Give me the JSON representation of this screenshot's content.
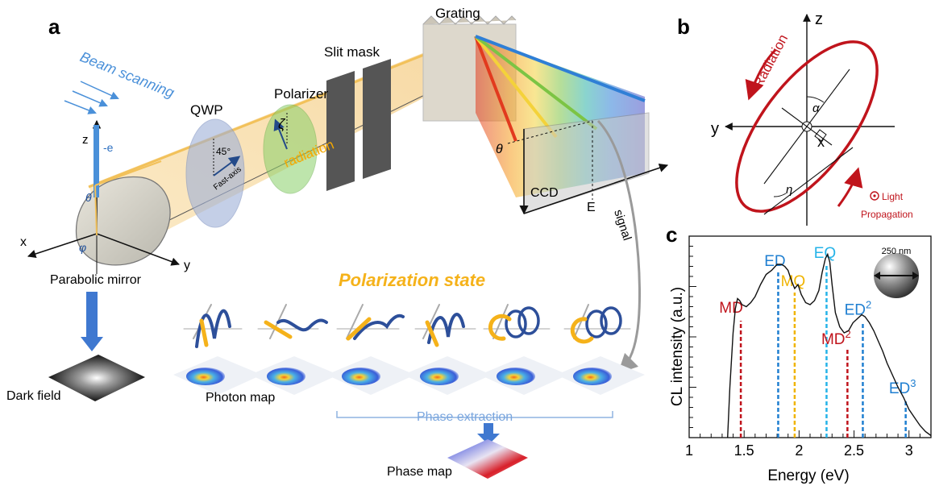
{
  "panel_a": {
    "letter": "a",
    "beam_scanning": "Beam scanning",
    "electron": "-e",
    "axis_x": "x",
    "axis_y": "y",
    "axis_z": "z",
    "theta": "θ",
    "phi": "φ",
    "parabolic_mirror": "Parabolic mirror",
    "qwp": "QWP",
    "qwp_angle": "45°",
    "fast_axis": "Fast-axis",
    "polarizer": "Polarizer",
    "zeta": "ζ",
    "radiation": "radiation",
    "slit_mask": "Slit mask",
    "grating": "Grating",
    "ccd_theta": "θ",
    "ccd": "CCD",
    "ccd_energy": "E",
    "signal": "signal",
    "polarization_state": "Polarization state",
    "dark_field": "Dark field",
    "photon_map": "Photon map",
    "phase_extraction": "Phase extraction",
    "phase_map": "Phase map"
  },
  "panel_b": {
    "letter": "b",
    "axis_z": "z",
    "axis_y": "y",
    "axis_x": "x",
    "alpha": "α",
    "eta": "η",
    "radiation": "Radiation",
    "light_propagation_line1": "Light",
    "light_propagation_line2": "Propagation"
  },
  "panel_c": {
    "letter": "c",
    "scale_bar": "250 nm"
  },
  "colors": {
    "radiation_red": "#c0141c",
    "beam_blue": "#4a90d9",
    "polarization_orange": "#f5b21a",
    "mode_blue": "#1f7fd1",
    "mode_red": "#c0141c",
    "mode_orange": "#f0b400",
    "mode_cyan": "#25b3e8"
  },
  "chart_data": {
    "type": "line",
    "xlabel": "Energy (eV)",
    "ylabel": "CL intensity (a.u.)",
    "xlim": [
      1,
      3.2
    ],
    "xticks": [
      "1",
      "1.5",
      "2",
      "2.5",
      "3"
    ],
    "xtick_values": [
      1,
      1.5,
      2,
      2.5,
      3
    ],
    "grid": false,
    "series": [
      {
        "x": [
          1.35,
          1.37,
          1.4,
          1.42,
          1.44,
          1.46,
          1.48,
          1.52,
          1.56,
          1.6,
          1.65,
          1.7,
          1.75,
          1.8,
          1.84,
          1.87,
          1.9,
          1.93,
          1.96,
          1.99,
          2.02,
          2.06,
          2.1,
          2.14,
          2.18,
          2.21,
          2.24,
          2.26,
          2.28,
          2.3,
          2.33,
          2.37,
          2.41,
          2.45,
          2.49,
          2.53,
          2.57,
          2.6,
          2.64,
          2.68,
          2.72,
          2.76,
          2.8,
          2.85,
          2.9,
          2.95,
          3.0,
          3.05,
          3.1,
          3.15,
          3.2
        ],
        "y": [
          0.0,
          0.25,
          0.52,
          0.64,
          0.69,
          0.68,
          0.66,
          0.65,
          0.67,
          0.7,
          0.76,
          0.81,
          0.83,
          0.86,
          0.86,
          0.85,
          0.83,
          0.78,
          0.74,
          0.76,
          0.71,
          0.67,
          0.66,
          0.68,
          0.73,
          0.82,
          0.89,
          0.91,
          0.87,
          0.76,
          0.62,
          0.55,
          0.52,
          0.53,
          0.57,
          0.59,
          0.61,
          0.6,
          0.57,
          0.53,
          0.48,
          0.43,
          0.37,
          0.31,
          0.25,
          0.2,
          0.14,
          0.1,
          0.06,
          0.03,
          0.01
        ],
        "color": "#111111"
      }
    ],
    "annotations": [
      {
        "label": "MD",
        "sup": "",
        "x": 1.47,
        "height": 0.58,
        "color": "#c0141c"
      },
      {
        "label": "ED",
        "sup": "",
        "x": 1.81,
        "height": 0.82,
        "color": "#1f7fd1"
      },
      {
        "label": "MQ",
        "sup": "",
        "x": 1.96,
        "height": 0.72,
        "color": "#f0b400"
      },
      {
        "label": "EQ",
        "sup": "",
        "x": 2.25,
        "height": 0.86,
        "color": "#25b3e8"
      },
      {
        "label": "MD",
        "sup": "2",
        "x": 2.44,
        "height": 0.44,
        "color": "#c0141c"
      },
      {
        "label": "ED",
        "sup": "2",
        "x": 2.58,
        "height": 0.57,
        "color": "#1f7fd1"
      },
      {
        "label": "ED",
        "sup": "3",
        "x": 2.97,
        "height": 0.18,
        "color": "#1f7fd1"
      }
    ]
  }
}
